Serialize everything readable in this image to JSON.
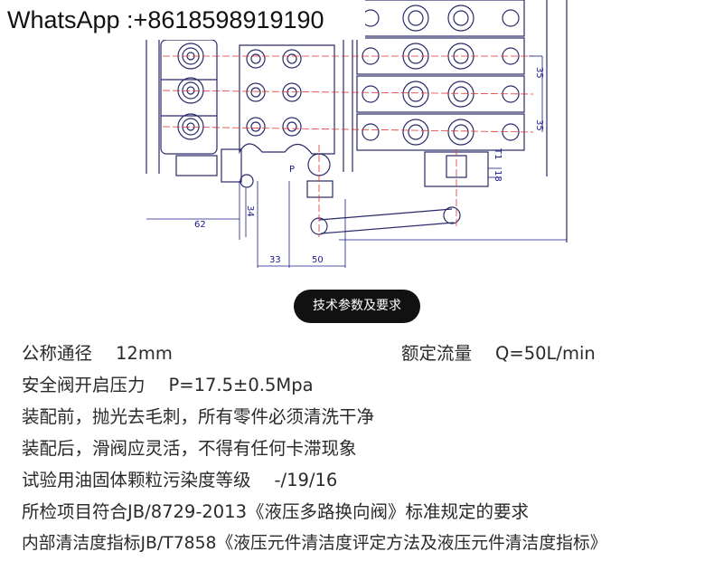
{
  "watermark": "WhatsApp :+8618598919190",
  "drawing": {
    "dimensions": [
      "62",
      "34",
      "33",
      "50",
      "35",
      "35",
      "18",
      "T1",
      "P"
    ]
  },
  "section_title": "技术参数及要求",
  "specs": {
    "nominal_diameter_label": "公称通径",
    "nominal_diameter_value": "12mm",
    "rated_flow_label": "额定流量",
    "rated_flow_value": "Q=50L/min",
    "relief_pressure_label": "安全阀开启压力",
    "relief_pressure_value": "P=17.5±0.5Mpa",
    "line3": "装配前，抛光去毛刺，所有零件必须清洗干净",
    "line4": "装配后，滑阀应灵活，不得有任何卡滞现象",
    "line5_label": "试验用油固体颗粒污染度等级",
    "line5_value": "-/19/16",
    "line6": "所检项目符合JB/8729-2013《液压多路换向阀》标准规定的要求",
    "line7": "内部清洁度指标JB/T7858《液压元件清洁度评定方法及液压元件清洁度指标》"
  }
}
